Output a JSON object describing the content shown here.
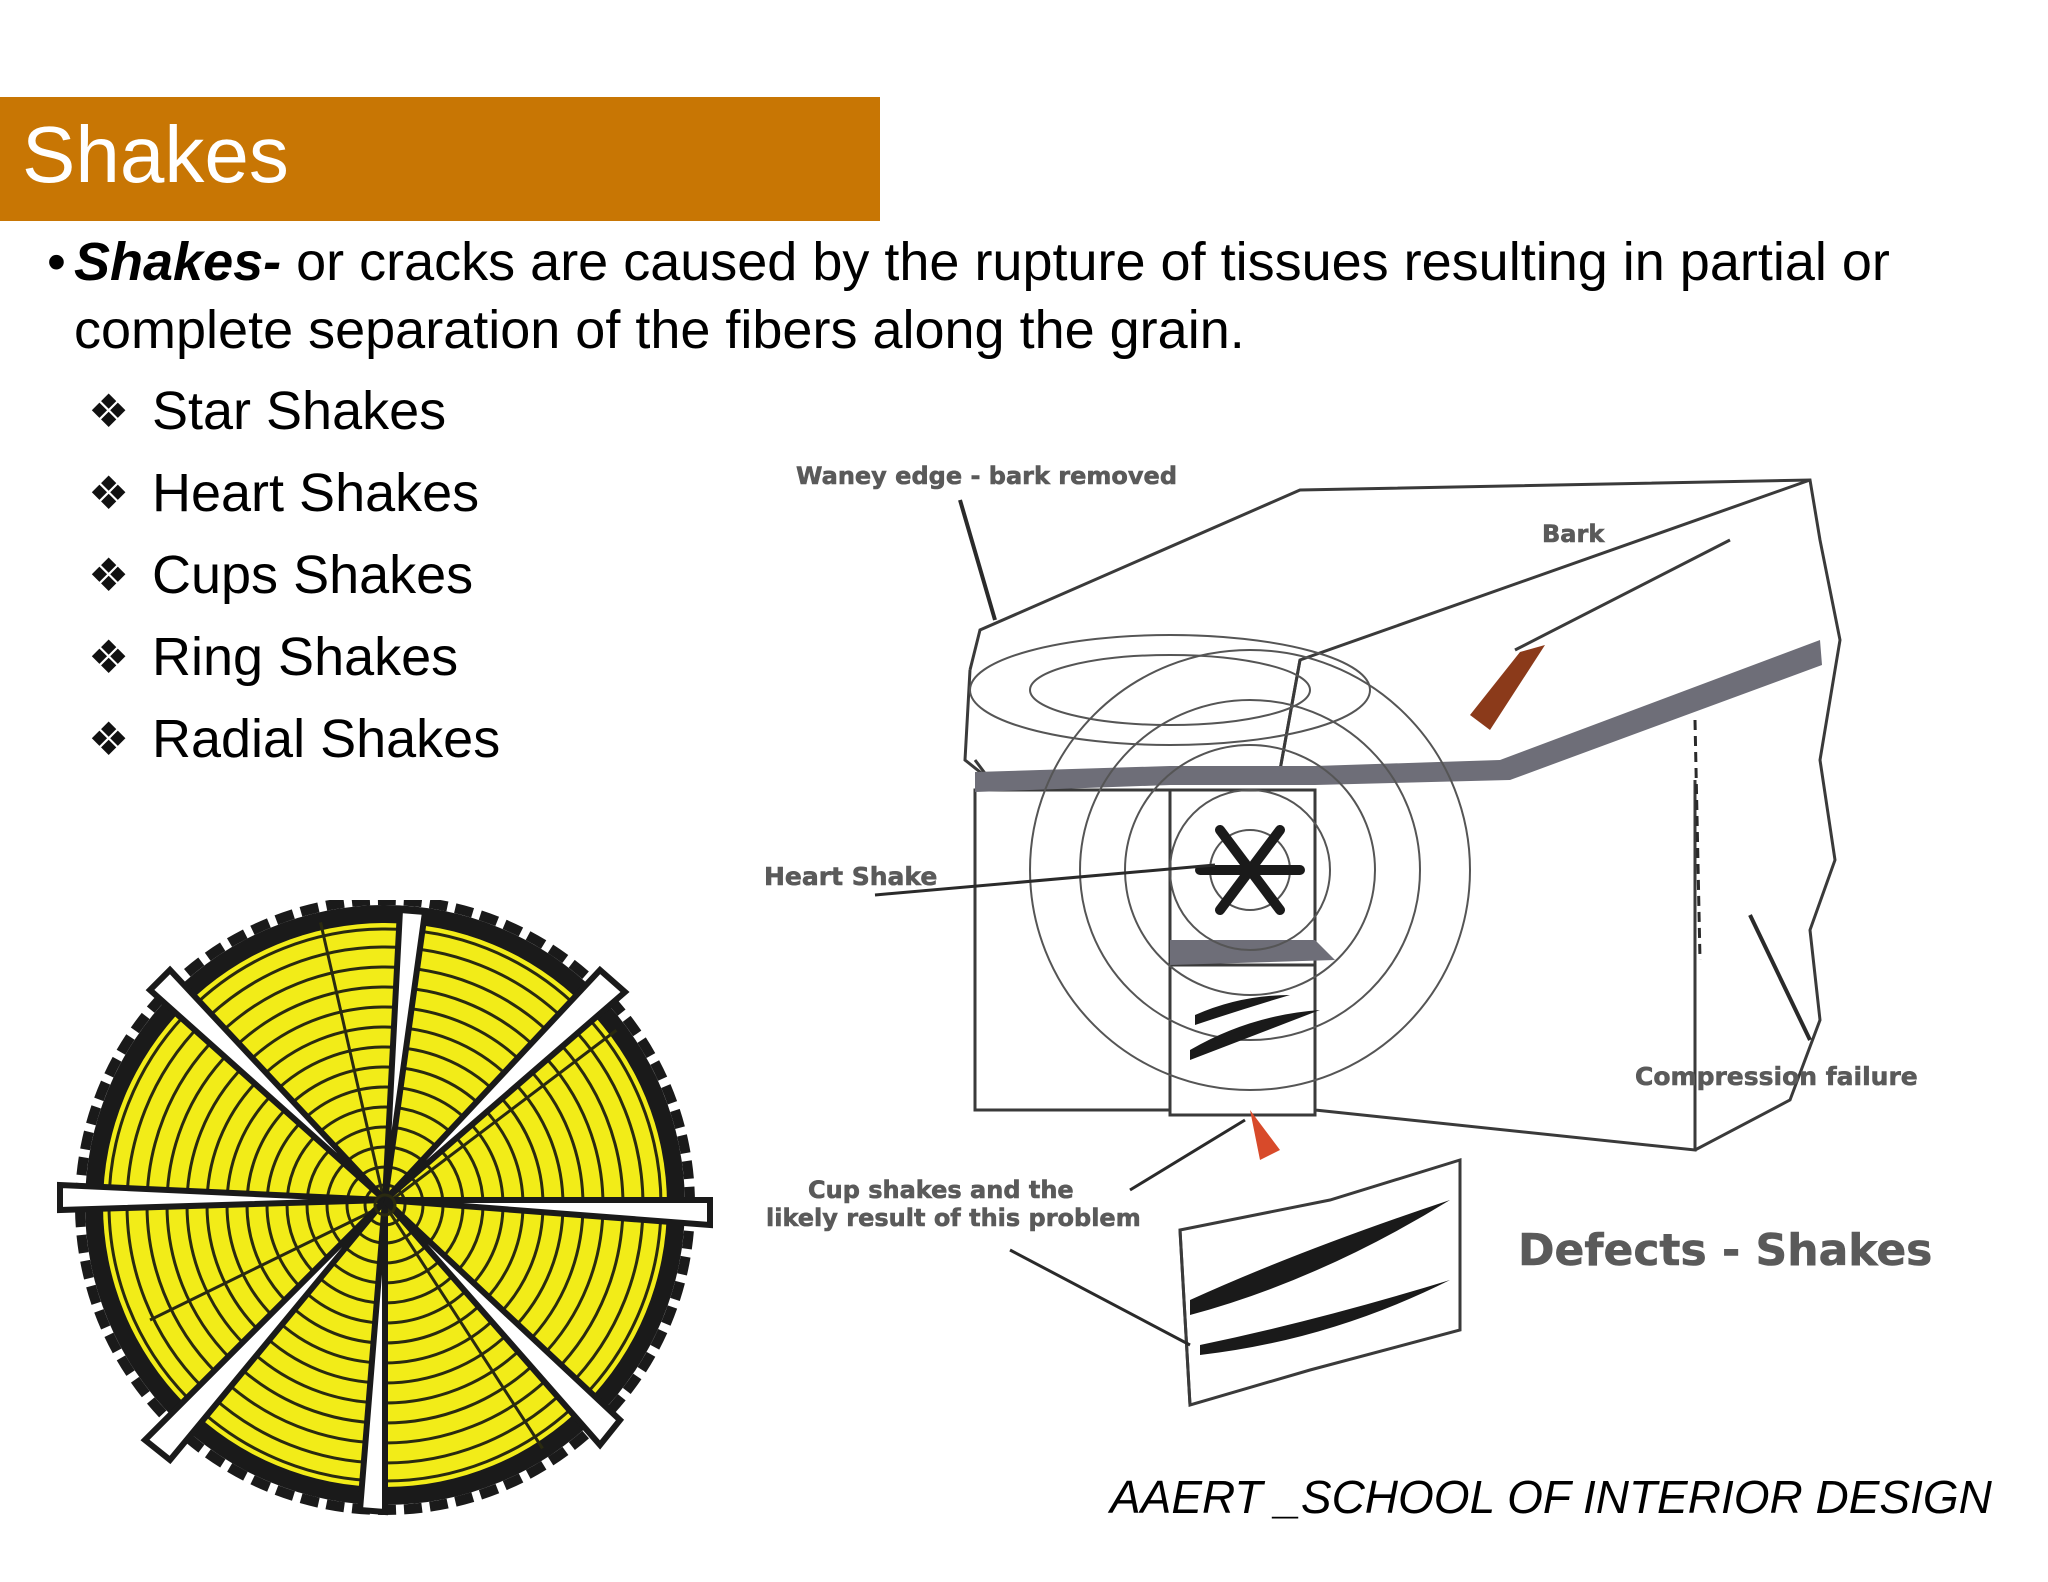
{
  "slide": {
    "title": "Shakes",
    "accent_color": "#c87604",
    "bullet": {
      "term": "Shakes-",
      "text": " or cracks are caused by the rupture of tissues resulting in partial or complete separation of the fibers along the grain."
    },
    "types": [
      {
        "icon": "four-diamond-icon",
        "label": "Star Shakes"
      },
      {
        "icon": "four-diamond-icon",
        "label": "Heart Shakes"
      },
      {
        "icon": "four-diamond-icon",
        "label": "Cups Shakes"
      },
      {
        "icon": "four-diamond-icon",
        "label": "Ring Shakes"
      },
      {
        "icon": "four-diamond-icon",
        "label": "Radial Shakes"
      }
    ],
    "footer": "AAERT _SCHOOL OF INTERIOR DESIGN"
  },
  "diagram": {
    "labels": {
      "waney_edge": "Waney edge - bark removed",
      "bark": "Bark",
      "heart_shake": "Heart Shake",
      "compression_failure": "Compression failure",
      "cup_shakes_line1": "Cup shakes and the",
      "cup_shakes_line2": "likely result of this problem",
      "caption": "Defects - Shakes"
    }
  }
}
